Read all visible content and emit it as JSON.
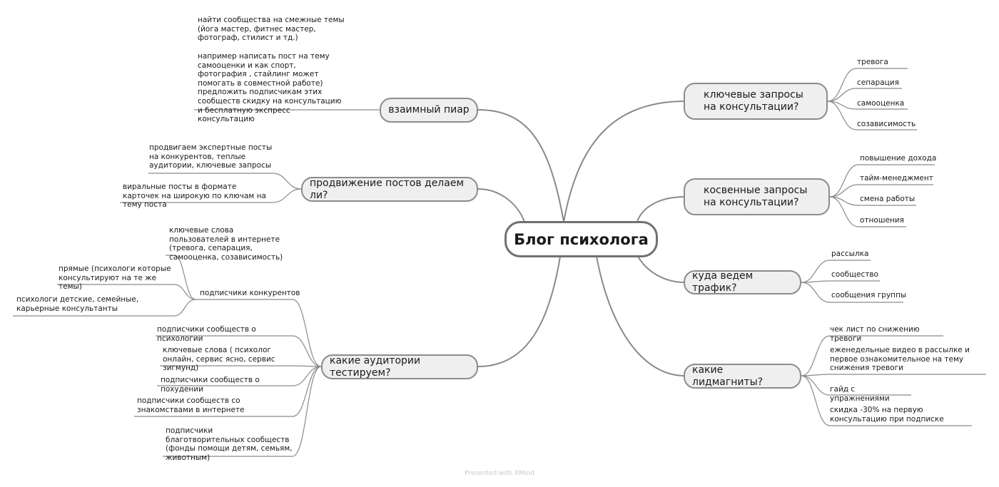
{
  "central": "Блог психолога",
  "right": {
    "key_requests": {
      "title": "ключевые запросы на консультации?",
      "items": [
        "тревога",
        "сепарация",
        "самооценка",
        "созависимость"
      ]
    },
    "indirect_requests": {
      "title": "косвенные запросы на консультации?",
      "items": [
        "повышение дохода",
        "тайм-менеджмент",
        "смена работы",
        "отношения"
      ]
    },
    "traffic": {
      "title": "куда ведем трафик?",
      "items": [
        "рассылка",
        "сообщество",
        "сообщения группы"
      ]
    },
    "leadmagnets": {
      "title": "какие лидмагниты?",
      "items": [
        "чек лист по снижению тревоги",
        "еженедельные видео в рассылке и первое ознакомительное на тему снижения тревоги",
        "гайд с упражнениями",
        "скидка -30% на первую консультацию при подписке"
      ]
    }
  },
  "left": {
    "mutual_pr": {
      "title": "взаимный пиар",
      "items": [
        "найти сообщества на смежные темы (йога мастер, фитнес мастер, фотограф, стилист и тд.)",
        "например написать пост на тему самооценки и как спорт, фотография , стайлинг может помогать в совместной работе) предложить подписчикам этих сообществ скидку на консультацию и бесплатную экспресс консультацию"
      ]
    },
    "promotion": {
      "title": "продвижение постов делаем ли?",
      "items": [
        "продвигаем экспертные посты на конкурентов, теплые аудитории, ключевые запросы",
        "виральные посты в формате карточек на широкую по ключам на тему поста"
      ]
    },
    "audiences": {
      "title": "какие аудитории тестируем?",
      "competitors": {
        "title": "подписчики конкурентов",
        "items": [
          "ключевые слова пользователей в интернете (тревога, сепарация, самооценка, созависимость)",
          "прямые (психологи которые консультируют на те же темы)",
          "психологи детские, семейные, карьерные консультанты"
        ]
      },
      "items": [
        "подписчики сообществ о психологии",
        "ключевые слова ( психолог онлайн, сервис ясно, сервис зигмунд)",
        "подписчики сообществ о похудении",
        "подписчики сообществ со знакомствами в интернете",
        "подписчики благотворительных сообществ (фонды помощи детям, семьям, животным)"
      ]
    }
  },
  "footer": "Presented with XMind"
}
